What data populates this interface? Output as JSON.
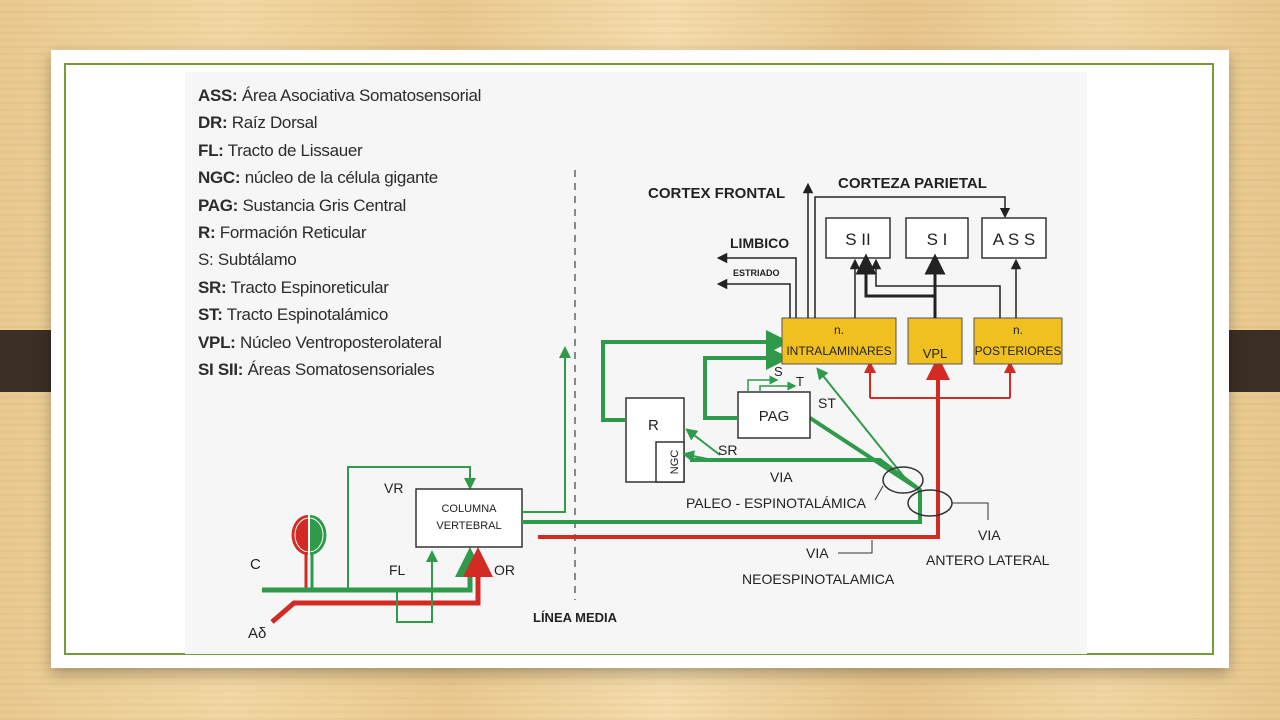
{
  "legend": [
    {
      "abbr": "ASS:",
      "text": "Área Asociativa Somatosensorial"
    },
    {
      "abbr": "DR:",
      "text": "Raíz Dorsal"
    },
    {
      "abbr": "FL:",
      "text": "Tracto de Lissauer"
    },
    {
      "abbr": "NGC:",
      "text": "núcleo de la célula gigante"
    },
    {
      "abbr": "PAG:",
      "text": "Sustancia Gris Central"
    },
    {
      "abbr": "R:",
      "text": "Formación Reticular"
    },
    {
      "abbr": "",
      "text": "S: Subtálamo"
    },
    {
      "abbr": "SR:",
      "text": "Tracto Espinoreticular"
    },
    {
      "abbr": "ST:",
      "text": "Tracto Espinotalámico"
    },
    {
      "abbr": "VPL:",
      "text": "Núcleo Ventroposterolateral"
    },
    {
      "abbr": "SI SII:",
      "text": "Áreas Somatosensoriales"
    }
  ],
  "labels": {
    "cortex_frontal": "CORTEX FRONTAL",
    "corteza_parietal": "CORTEZA PARIETAL",
    "limbico": "LIMBICO",
    "estriado": "ESTRIADO",
    "sii": "S II",
    "si": "S I",
    "ass": "A S S",
    "intralaminares_n": "n.",
    "intralaminares": "INTRALAMINARES",
    "vpl": "VPL",
    "posteriores_n": "n.",
    "posteriores": "POSTERIORES",
    "r": "R",
    "ngc": "NGC",
    "pag": "PAG",
    "s": "S",
    "t": "T",
    "st": "ST",
    "sr": "SR",
    "via1": "VIA",
    "paleo": "PALEO - ESPINOTALÁMICA",
    "via2": "VIA",
    "antero_lateral": "ANTERO LATERAL",
    "via3": "VIA",
    "neo": "NEOESPINOTALAMICA",
    "columna": "COLUMNA",
    "vertebral": "VERTEBRAL",
    "vr": "VR",
    "fl": "FL",
    "or": "OR",
    "c": "C",
    "ad": "Aδ",
    "linea_media": "LÍNEA MEDIA"
  },
  "colors": {
    "green": "#2e9a4a",
    "red": "#d42a24",
    "box_yellow": "#f0c020",
    "line_dark": "#222222"
  }
}
